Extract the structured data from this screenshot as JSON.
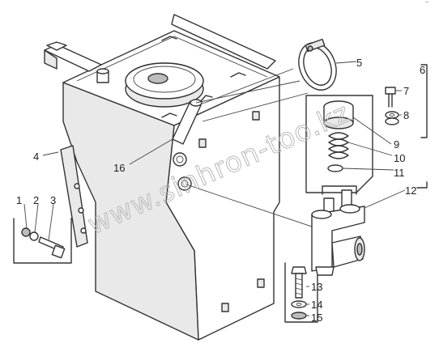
{
  "diagram": {
    "corner_mark": "¯",
    "watermark": "www.sinhron-too.kz",
    "callouts": [
      "1",
      "2",
      "3",
      "4",
      "5",
      "6",
      "7",
      "8",
      "9",
      "10",
      "11",
      "12",
      "13",
      "14",
      "15",
      "16"
    ]
  }
}
